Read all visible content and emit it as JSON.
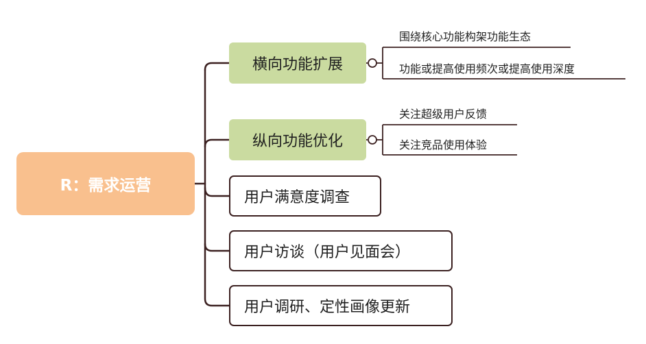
{
  "root": {
    "label": "R：需求运营"
  },
  "branches": [
    {
      "label": "横向功能扩展",
      "children": [
        "围绕核心功能构架功能生态",
        "功能或提高使用频次或提高使用深度"
      ]
    },
    {
      "label": "纵向功能优化",
      "children": [
        "关注超级用户反馈",
        "关注竞品使用体验"
      ]
    },
    {
      "label": "用户满意度调查"
    },
    {
      "label": "用户访谈（用户见面会）"
    },
    {
      "label": "用户调研、定性画像更新"
    }
  ],
  "colors": {
    "root_fill": "#f9c08e",
    "green_fill": "#cadba0",
    "line": "#3b2020"
  }
}
